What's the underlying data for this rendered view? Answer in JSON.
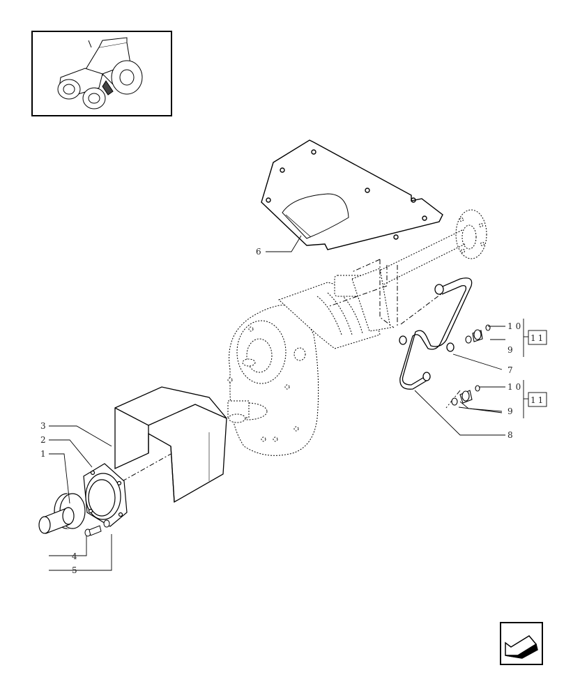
{
  "thumbnail": {
    "icon": "tractor-icon"
  },
  "navigation": {
    "icon": "return-arrow-icon"
  },
  "callouts": {
    "c1": "1",
    "c2": "2",
    "c3": "3",
    "c4": "4",
    "c5": "5",
    "c6": "6",
    "c7": "7",
    "c8": "8",
    "c9a": "9",
    "c9b": "9",
    "c10a": "10",
    "c10b": "10",
    "c11a": "11",
    "c11b": "11"
  }
}
